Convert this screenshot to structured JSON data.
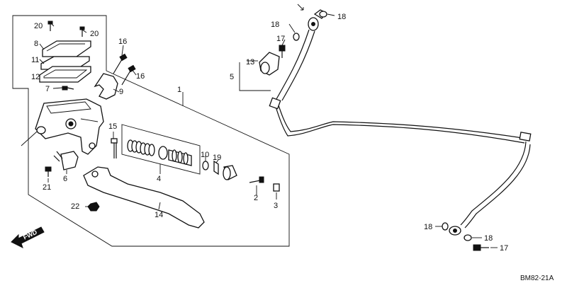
{
  "diagram": {
    "code": "BM82-21A",
    "fwd_label": "FWD",
    "labels": {
      "l1": "1",
      "l2": "2",
      "l3": "3",
      "l4": "4",
      "l5": "5",
      "l6": "6",
      "l7": "7",
      "l8": "8",
      "l9": "9",
      "l10": "10",
      "l11": "11",
      "l12": "12",
      "l13": "13",
      "l14": "14",
      "l15": "15",
      "l16a": "16",
      "l16b": "16",
      "l17a": "17",
      "l17b": "17",
      "l18a": "18",
      "l18b": "18",
      "l18c": "18",
      "l18d": "18",
      "l19": "19",
      "l20a": "20",
      "l20b": "20",
      "l21": "21",
      "l22": "22"
    }
  }
}
